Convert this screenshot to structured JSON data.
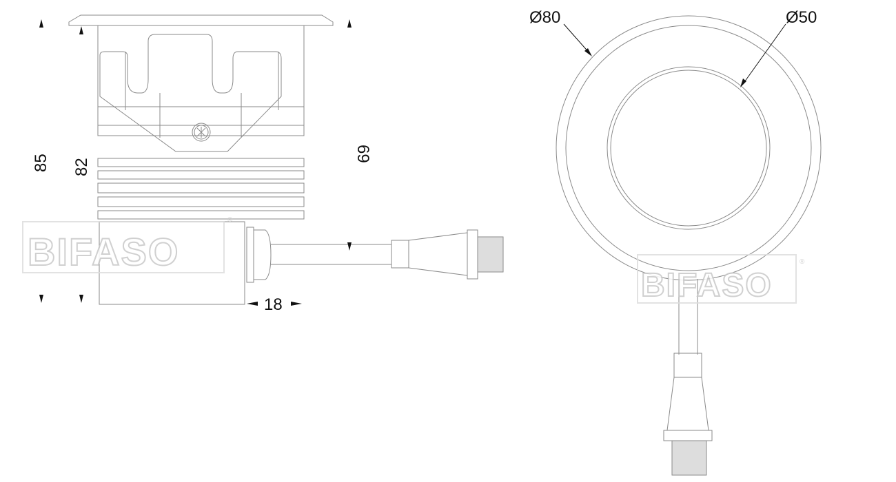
{
  "side_view": {
    "dimensions": {
      "overall_height": "85",
      "body_height": "82",
      "upper_height": "69",
      "gland_width": "18"
    }
  },
  "top_view": {
    "dimensions": {
      "outer_diameter": "Ø80",
      "lens_diameter": "Ø50"
    }
  },
  "watermark": {
    "text": "BIFASO",
    "mark": "®"
  },
  "colors": {
    "line": "#8a8a8a",
    "text": "#111111"
  }
}
